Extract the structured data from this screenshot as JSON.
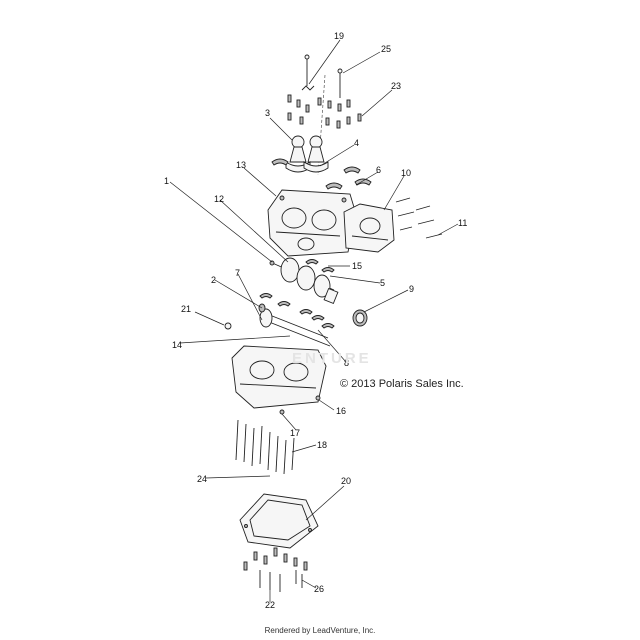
{
  "copyright": "© 2013 Polaris Sales Inc.",
  "footer": "Rendered by LeadVenture, Inc.",
  "watermark": "ENTURE",
  "callouts": [
    {
      "id": "1",
      "label": "1"
    },
    {
      "id": "2",
      "label": "2"
    },
    {
      "id": "3",
      "label": "3"
    },
    {
      "id": "4",
      "label": "4"
    },
    {
      "id": "5",
      "label": "5"
    },
    {
      "id": "6",
      "label": "6"
    },
    {
      "id": "7",
      "label": "7"
    },
    {
      "id": "8",
      "label": "8"
    },
    {
      "id": "9",
      "label": "9"
    },
    {
      "id": "10",
      "label": "10"
    },
    {
      "id": "11",
      "label": "11"
    },
    {
      "id": "12",
      "label": "12"
    },
    {
      "id": "13",
      "label": "13"
    },
    {
      "id": "14",
      "label": "14"
    },
    {
      "id": "15",
      "label": "15"
    },
    {
      "id": "16",
      "label": "16"
    },
    {
      "id": "17",
      "label": "17"
    },
    {
      "id": "18",
      "label": "18"
    },
    {
      "id": "19",
      "label": "19"
    },
    {
      "id": "20",
      "label": "20"
    },
    {
      "id": "21",
      "label": "21"
    },
    {
      "id": "22",
      "label": "22"
    },
    {
      "id": "23",
      "label": "23"
    },
    {
      "id": "24",
      "label": "24"
    },
    {
      "id": "25",
      "label": "25"
    },
    {
      "id": "26",
      "label": "26"
    }
  ]
}
